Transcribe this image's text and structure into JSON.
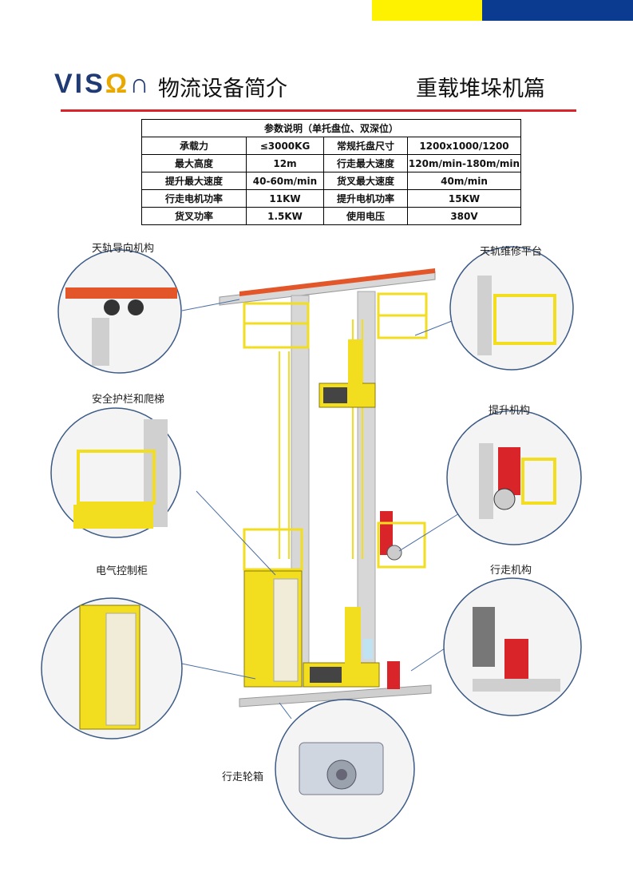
{
  "colors": {
    "yellow": "#fff200",
    "blue": "#0a3b91",
    "red": "#d9242a",
    "machine_yellow": "#f3dd1f",
    "circle": "#3b5a86"
  },
  "header": {
    "logo_main": "VIS",
    "logo_accent": "Ω",
    "logo_tail": "∩",
    "subtitle": "物流设备简介",
    "section": "重载堆垛机篇"
  },
  "table": {
    "title": "参数说明（单托盘位、双深位）",
    "rows": [
      [
        "承载力",
        "≤3000KG",
        "常规托盘尺寸",
        "1200x1000/1200"
      ],
      [
        "最大高度",
        "12m",
        "行走最大速度",
        "120m/min-180m/min"
      ],
      [
        "提升最大速度",
        "40-60m/min",
        "货叉最大速度",
        "40m/min"
      ],
      [
        "行走电机功率",
        "11KW",
        "提升电机功率",
        "15KW"
      ],
      [
        "货叉功率",
        "1.5KW",
        "使用电压",
        "380V"
      ]
    ]
  },
  "callouts": {
    "rail_guide": "天轨导向机构",
    "rail_platform": "天轨维修平台",
    "guardrail": "安全护栏和爬梯",
    "lift": "提升机构",
    "cabinet": "电气控制柜",
    "travel": "行走机构",
    "wheelbox": "行走轮箱"
  }
}
